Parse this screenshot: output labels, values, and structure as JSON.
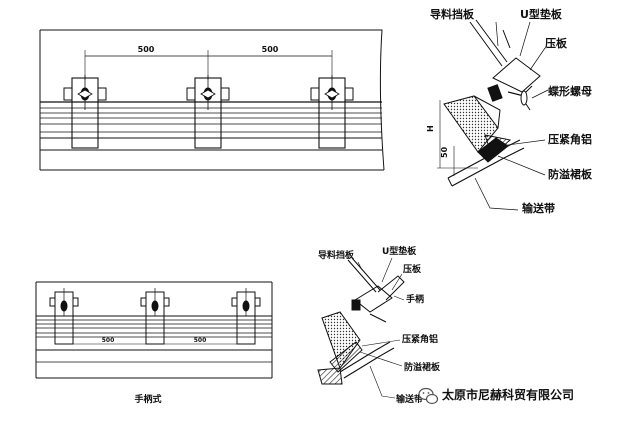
{
  "top_view": {
    "dimensions": [
      "500",
      "500"
    ]
  },
  "top_section": {
    "labels": {
      "guide_board": "导料挡板",
      "u_spacer": "U型垫板",
      "press_plate": "压板",
      "wing_nut": "蝶形螺母",
      "angle_aluminum": "压紧角铝",
      "anti_spill_skirt": "防溢裙板",
      "conveyor_belt": "输送带"
    },
    "dimensions": {
      "h": "H",
      "fifty": "50"
    }
  },
  "bottom_view": {
    "dimensions": [
      "500",
      "500"
    ],
    "caption": "手柄式"
  },
  "bottom_section": {
    "labels": {
      "guide_board": "导料挡板",
      "u_spacer": "U型垫板",
      "press_plate": "压板",
      "handle": "手柄",
      "angle_aluminum": "压紧角铝",
      "anti_spill_skirt": "防溢裙板",
      "conveyor_belt": "输送带"
    }
  },
  "watermark": {
    "icon": "wechat-icon",
    "text": "太原市尼赫科贸有限公司"
  }
}
